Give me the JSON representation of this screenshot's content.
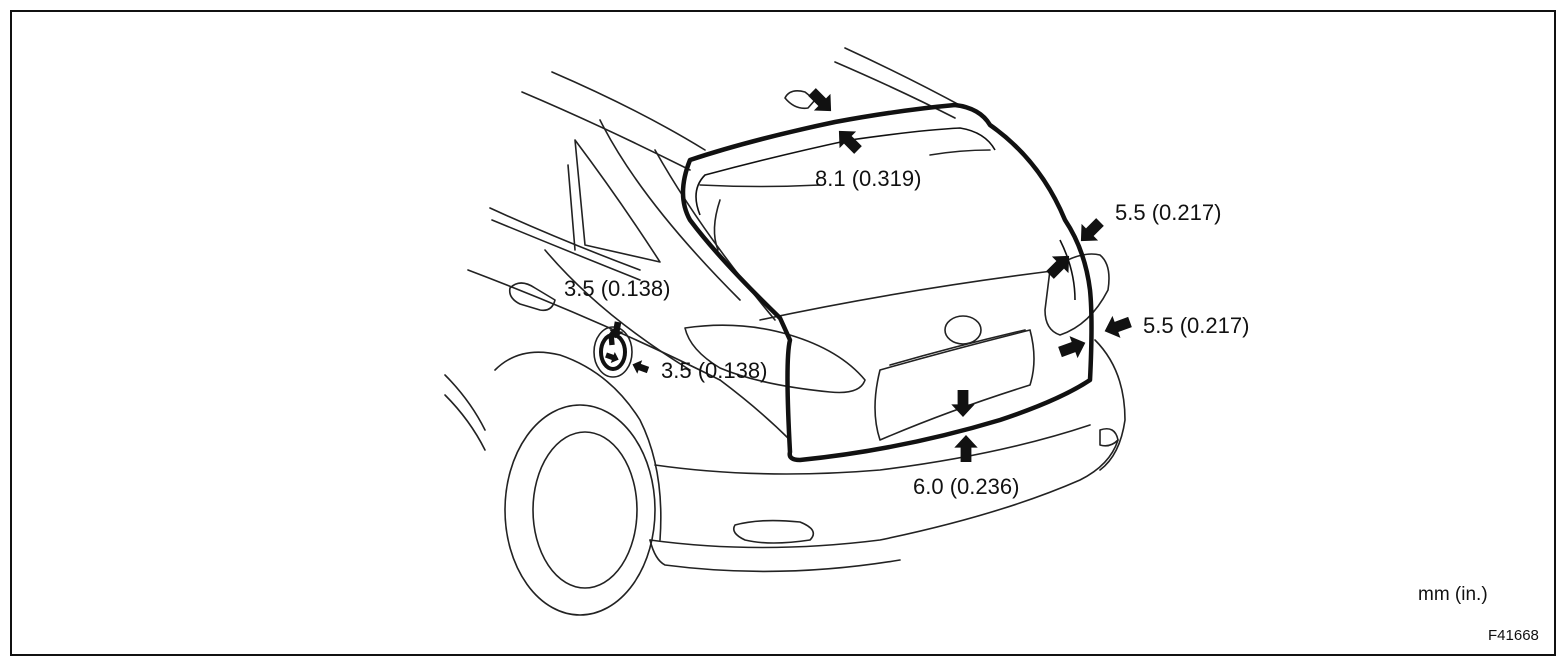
{
  "measurements": {
    "top": "8.1 (0.319)",
    "right_upper": "5.5 (0.217)",
    "right_lower": "5.5 (0.217)",
    "bottom": "6.0 (0.236)",
    "fuel_upper": "3.5 (0.138)",
    "fuel_lower": "3.5 (0.138)"
  },
  "unit_note": "mm (in.)",
  "figure_code": "F41668"
}
